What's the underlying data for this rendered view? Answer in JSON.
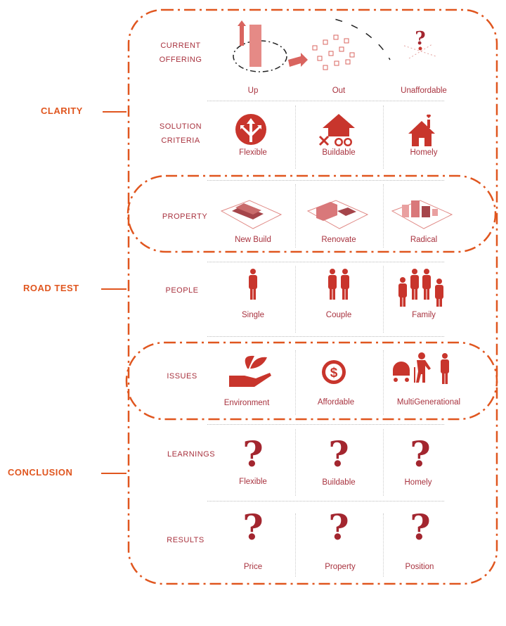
{
  "stages": [
    {
      "label": "CLARITY"
    },
    {
      "label": "ROAD TEST"
    },
    {
      "label": "CONCLUSION"
    }
  ],
  "rows": [
    {
      "label": "CURRENT OFFERING",
      "items": [
        "Up",
        "Out",
        "Unaffordable"
      ]
    },
    {
      "label": "SOLUTION CRITERIA",
      "items": [
        "Flexible",
        "Buildable",
        "Homely"
      ]
    },
    {
      "label": "PROPERTY",
      "items": [
        "New Build",
        "Renovate",
        "Radical"
      ]
    },
    {
      "label": "PEOPLE",
      "items": [
        "Single",
        "Couple",
        "Family"
      ]
    },
    {
      "label": "ISSUES",
      "items": [
        "Environment",
        "Affordable",
        "MultiGenerational"
      ]
    },
    {
      "label": "LEARNINGS",
      "items": [
        "Flexible",
        "Buildable",
        "Homely"
      ]
    },
    {
      "label": "RESULTS",
      "items": [
        "Price",
        "Property",
        "Position"
      ]
    }
  ],
  "question_mark": "?",
  "colors": {
    "accent": "#e0561f",
    "text": "#a8323e",
    "icon": "#c8352c"
  }
}
